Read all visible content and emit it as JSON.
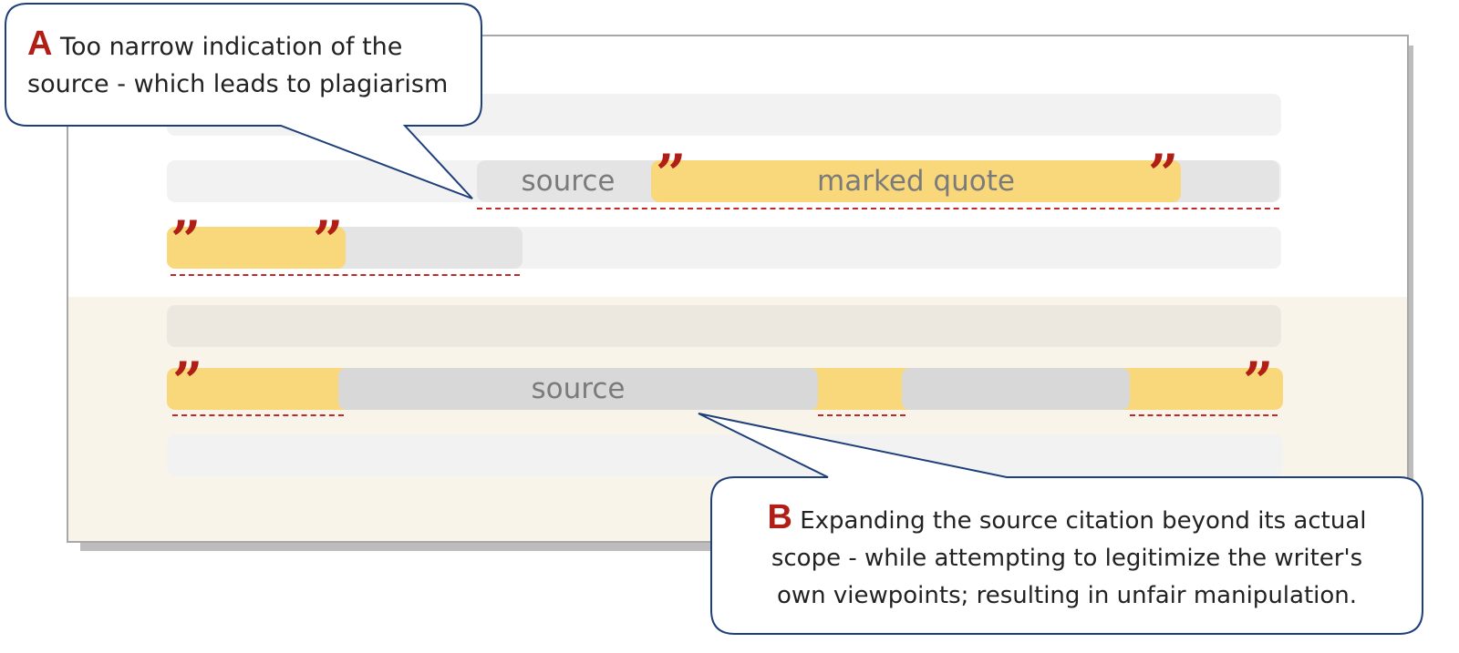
{
  "diagram": {
    "colors": {
      "quote_highlight": "#f9d77b",
      "source_highlight": "#e4e4e4",
      "quote_mark": "#b01e16",
      "dashed_underline": "#c0282a",
      "callout_border": "#1f3f7a",
      "lower_panel": "#f8f4ea"
    },
    "quote_mark_glyph": "”",
    "top_example": {
      "source_label": "source",
      "quote_label": "marked quote"
    },
    "bottom_example": {
      "source_label": "source"
    },
    "callout_a": {
      "badge": "A",
      "line1": "Too narrow indication of the",
      "line2": "source - which leads to plagiarism"
    },
    "callout_b": {
      "badge": "B",
      "line1": "Expanding the source citation beyond its actual",
      "line2": "scope - while attempting to legitimize the writer's",
      "line3": "own viewpoints; resulting in unfair manipulation."
    }
  }
}
